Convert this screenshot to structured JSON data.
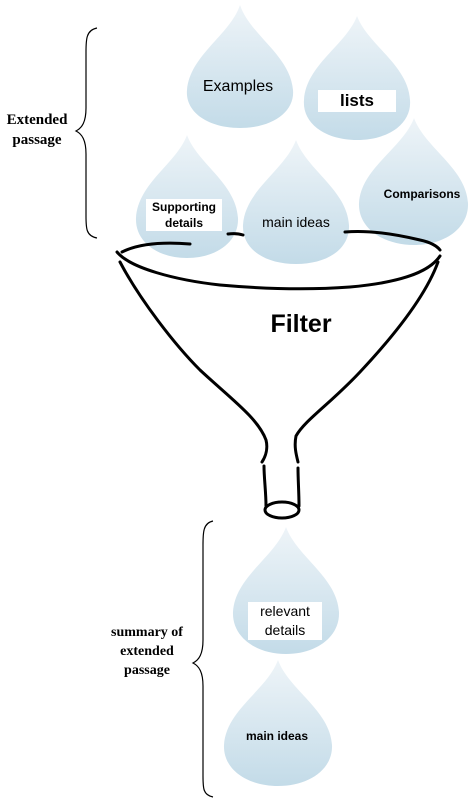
{
  "labels": {
    "extended_passage": "Extended\npassage",
    "summary": "summary of\nextended\npassage"
  },
  "drops": {
    "examples": "Examples",
    "lists": "lists",
    "supporting_details": "Supporting\ndetails",
    "main_ideas": "main ideas",
    "comparisons": "Comparisons",
    "relevant_details": "relevant\ndetails",
    "main_ideas_bottom": "main ideas"
  },
  "funnel": {
    "label": "Filter"
  },
  "colors": {
    "drop_top": "#e6eff5",
    "drop_bottom": "#c6dde9",
    "line": "#000000"
  }
}
